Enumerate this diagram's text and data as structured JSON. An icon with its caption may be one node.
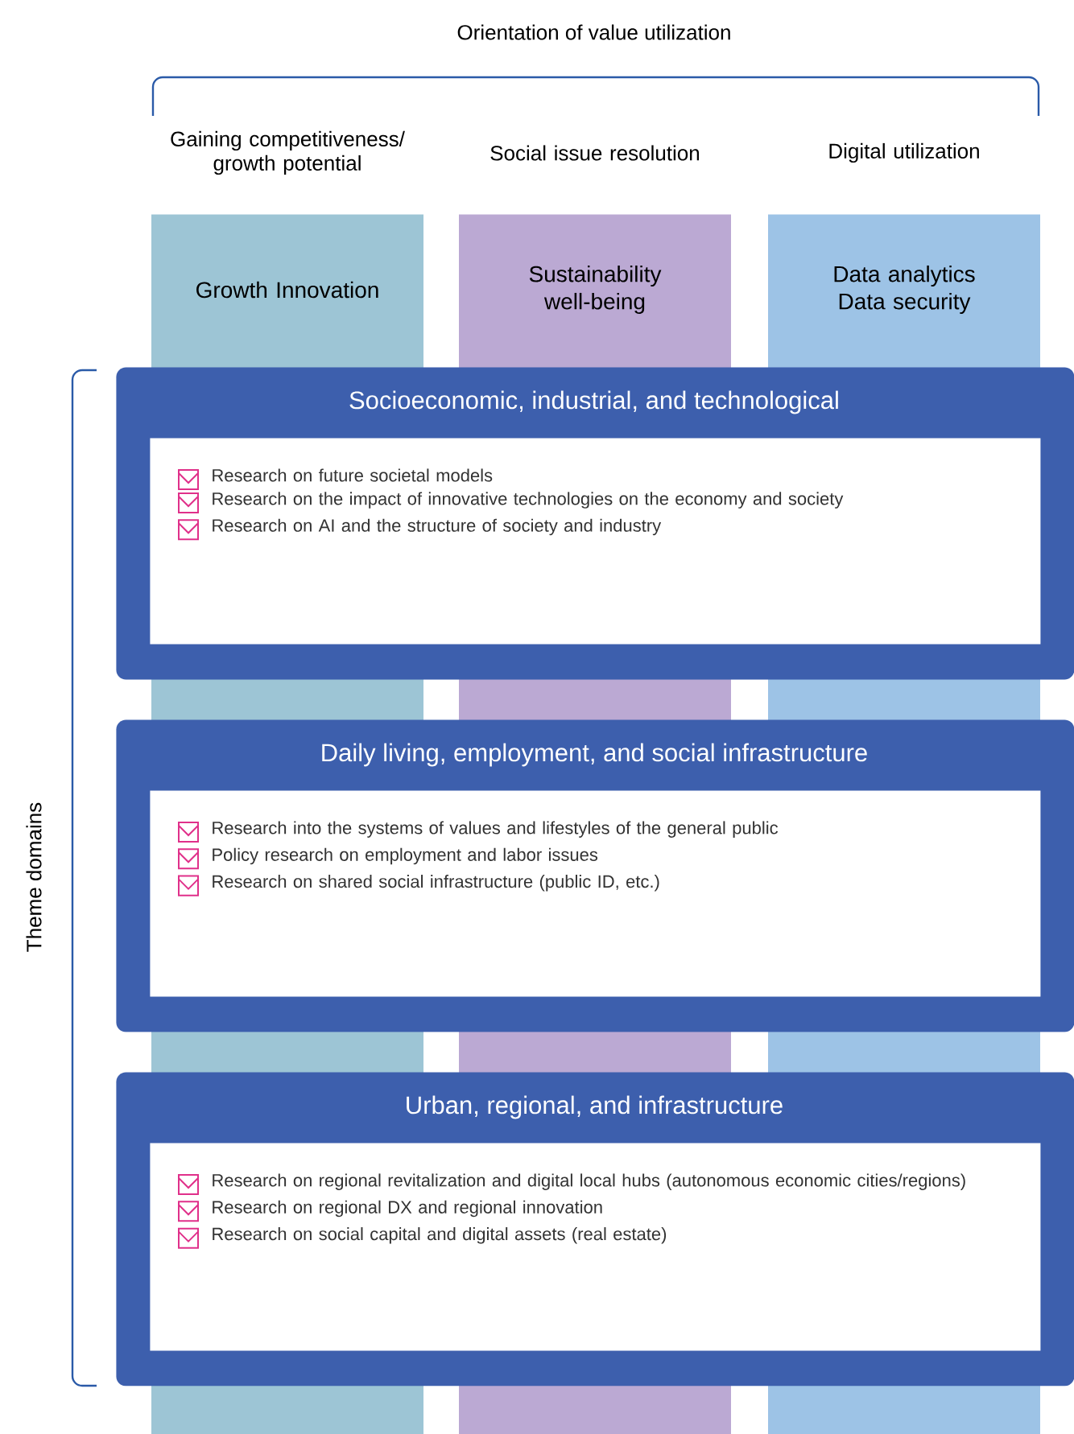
{
  "diagram": {
    "nodes": [
      {
        "text": [
          "Gaining competitiveness/ growth potential",
          "Growth Innovation"
        ]
      },
      {
        "text": [
          "Social issue resolution",
          "Sustainability well-being"
        ]
      },
      {
        "text": [
          "Digital utilization",
          "Data analytics Data security"
        ]
      },
      {
        "text": [
          "Socioeconomic, industrial, and technological"
        ]
      },
      {
        "text": [
          "Research on future societal models",
          "Research on the impact of innovative technologies on the economy and society",
          "Research on AI and the structure of society and industry"
        ],
        "in": 3
      },
      {
        "text": [
          "Daily living, employment, and social infrastructure"
        ]
      },
      {
        "text": [
          "Research into the systems of values and lifestyles of the general public",
          "Policy research on employment and labor issues",
          "Research on shared social infrastructure (public ID, etc.)"
        ],
        "in": 5
      },
      {
        "text": [
          "Urban, regional, and infrastructure"
        ]
      },
      {
        "text": [
          "Research on regional revitalization and digital local hubs (autonomous economic cities/regions)",
          "Research on regional DX and regional innovation",
          "Research on social capital and digital assets (real estate)"
        ],
        "in": 7
      }
    ],
    "labels": [
      "Orientation of value utilization",
      "Theme domains"
    ]
  }
}
